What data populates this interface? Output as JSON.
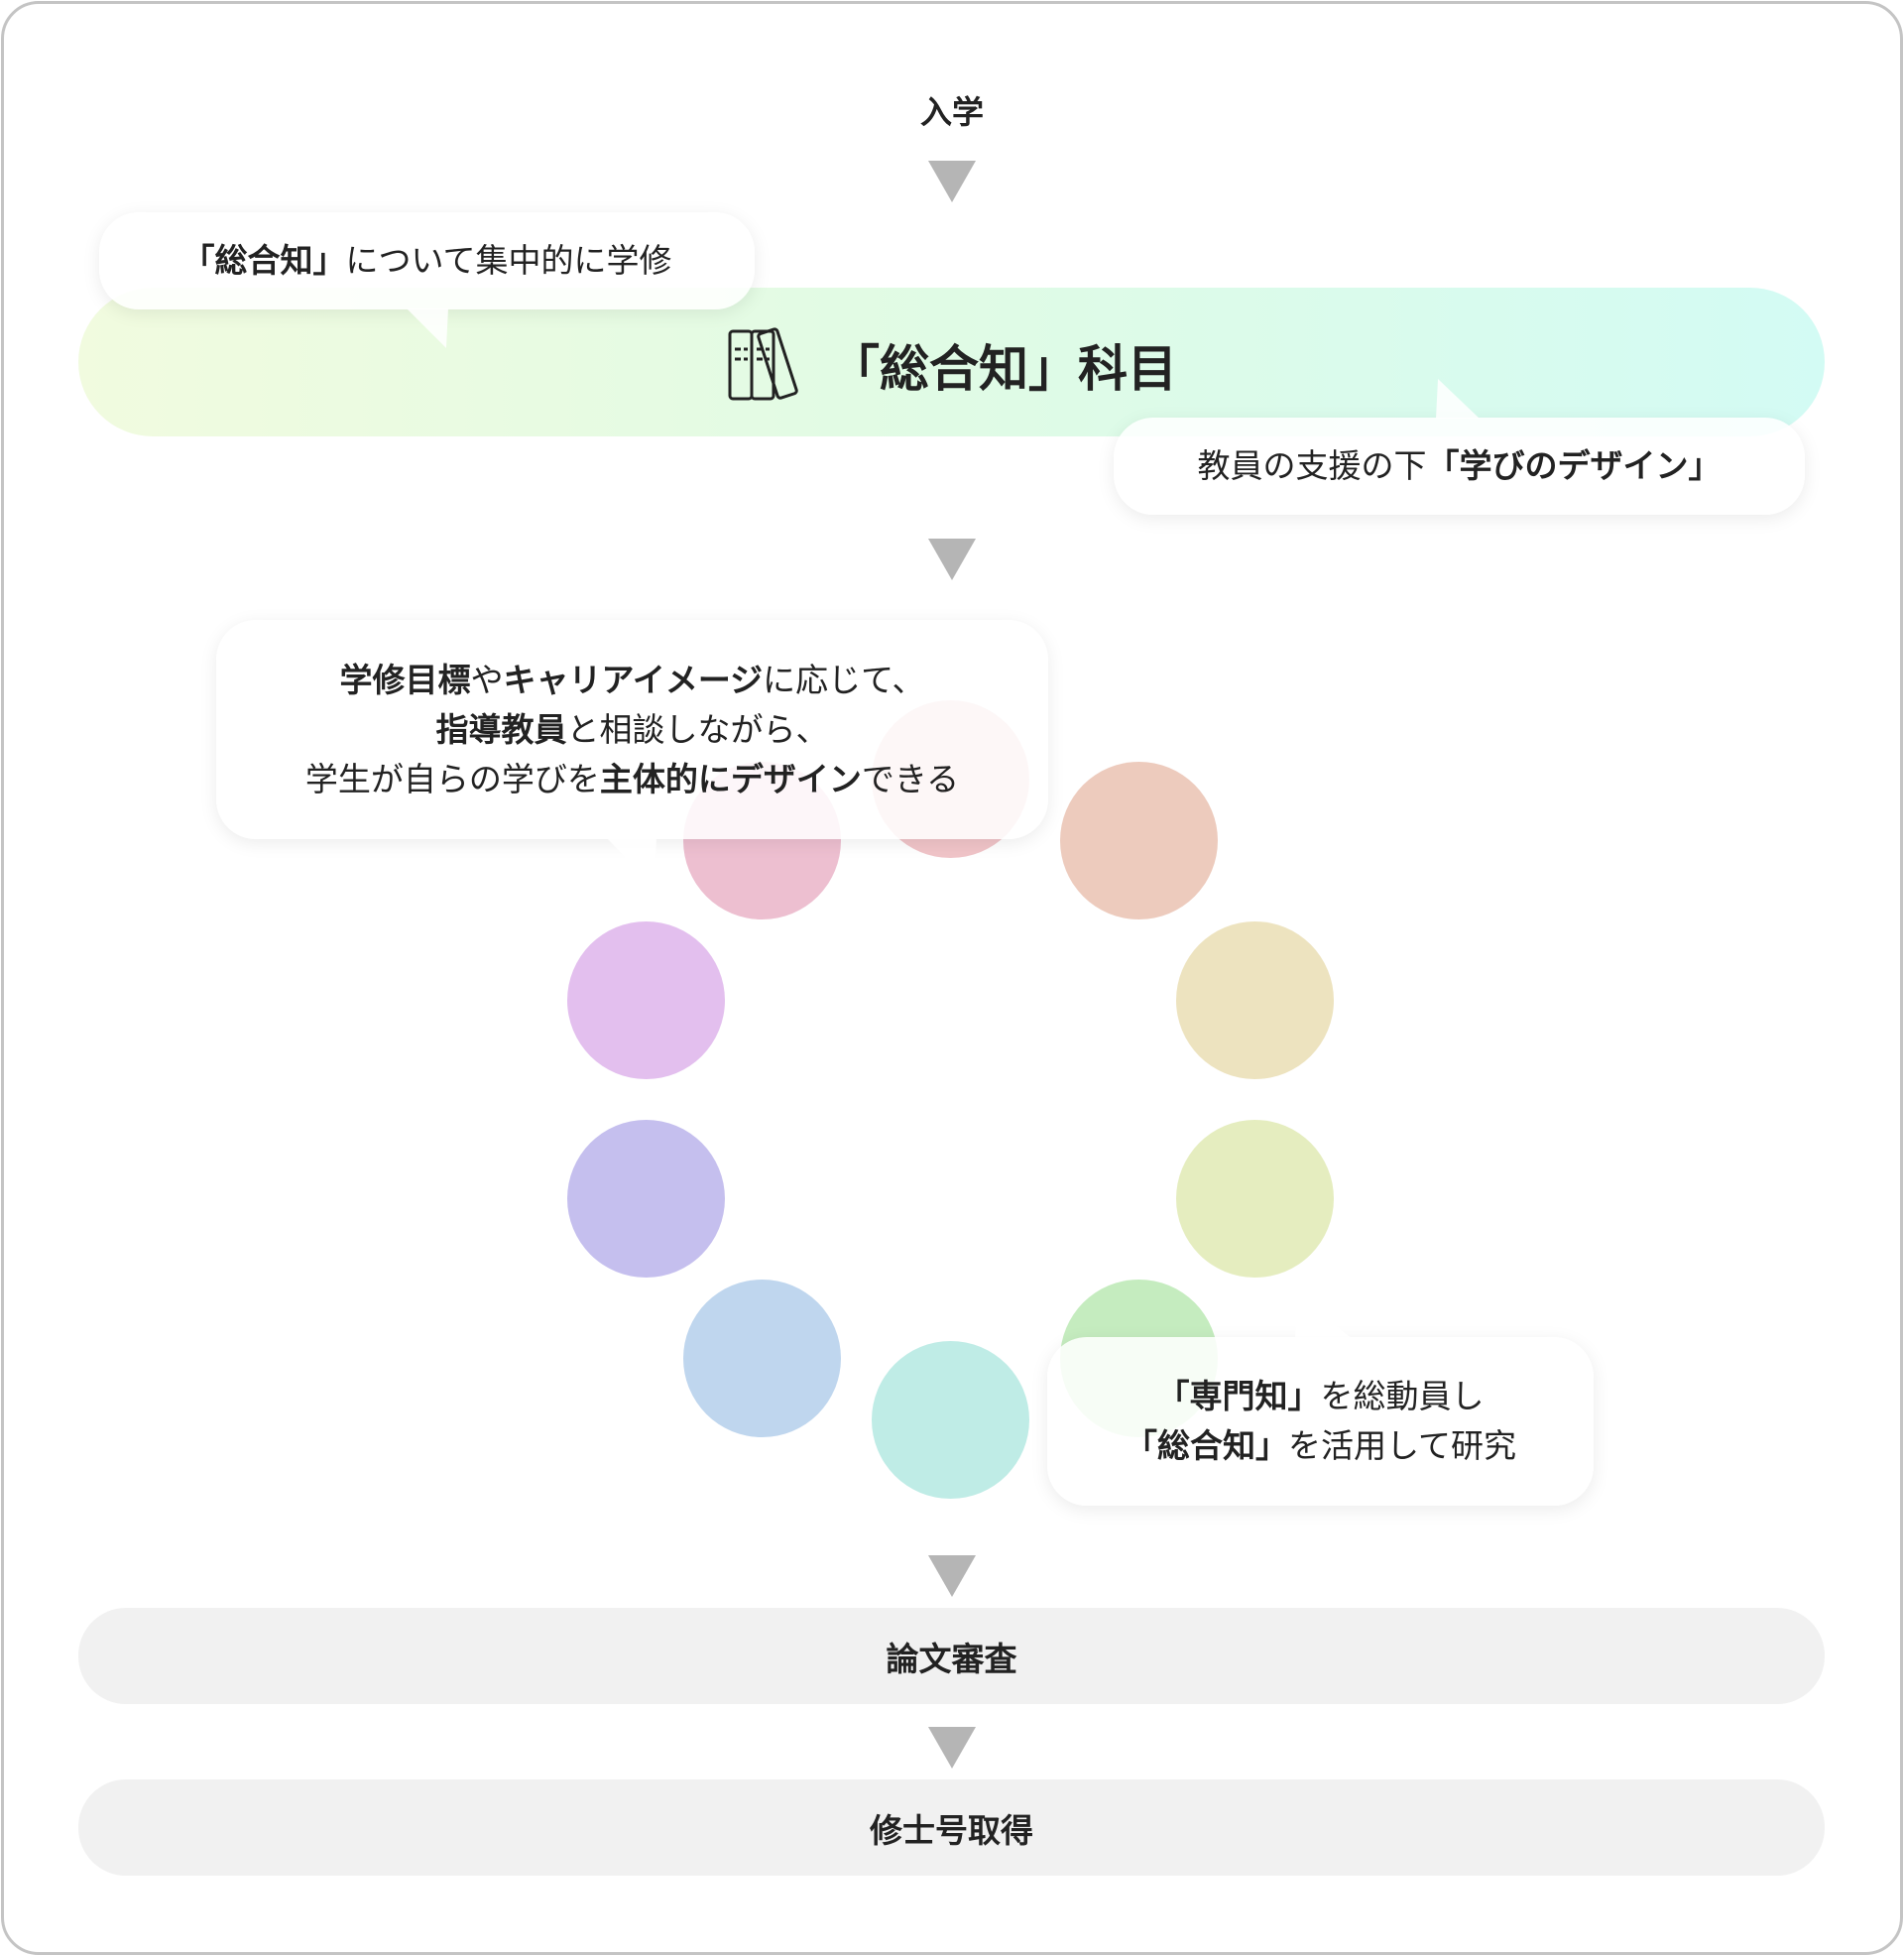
{
  "start": "入学",
  "band": {
    "title": "「総合知」科目",
    "icon": "books-icon"
  },
  "bubble1": {
    "bold": "「総合知」",
    "text": "について集中的に学修"
  },
  "bubble2": {
    "text": "教員の支援の下",
    "bold": "「学びのデザイン」"
  },
  "bubble3": {
    "l1b1": "学修目標",
    "l1t1": "や",
    "l1b2": "キャリアイメージ",
    "l1t2": "に応じて、",
    "l2b": "指導教員",
    "l2t": "と相談しながら、",
    "l3t1": "学生が自らの学びを",
    "l3b": "主体的にデザイン",
    "l3t2": "できる"
  },
  "bubble4": {
    "l1b": "「専門知」",
    "l1t": "を総動員し",
    "l2b": "「総合知」",
    "l2t": "を活用して研究"
  },
  "circle_colors": [
    "#f0c4c8",
    "#edcbbd",
    "#ede3bf",
    "#e5edbf",
    "#c5ecbf",
    "#bfece6",
    "#bfd6ee",
    "#c5bfee",
    "#e3bfee",
    "#edbfd0"
  ],
  "steps": [
    "論文審査",
    "修士号取得"
  ]
}
